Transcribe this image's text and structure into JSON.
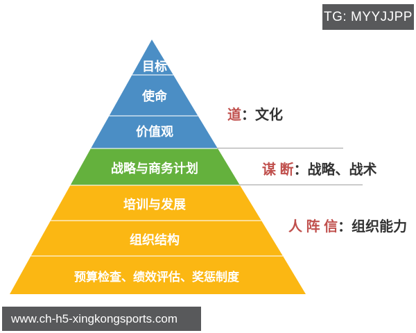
{
  "badge": {
    "label": "TG: MYYJJPP",
    "bg": "#58595B"
  },
  "watermark": {
    "label": "www.ch-h5-xingkongsports.com",
    "bg": "#58595B"
  },
  "pyramid": {
    "levels": [
      {
        "label": "目标",
        "color": "#4B8EC5",
        "group": "道 / 文化"
      },
      {
        "label": "使命",
        "color": "#4B8EC5",
        "group": "道 / 文化"
      },
      {
        "label": "价值观",
        "color": "#4B8EC5",
        "group": "道 / 文化"
      },
      {
        "label": "战略与商务计划",
        "color": "#64B13D",
        "group": "谋断 / 战略、战术"
      },
      {
        "label": "培训与发展",
        "color": "#FBB713",
        "group": "人阵信 / 组织能力"
      },
      {
        "label": "组织结构",
        "color": "#FBB713",
        "group": "人阵信 / 组织能力"
      },
      {
        "label": "预算检查、绩效评估、奖惩制度",
        "color": "#FBB713",
        "group": "人阵信 / 组织能力"
      }
    ]
  },
  "annotations": [
    {
      "highlight": "道",
      "rest": "：文化"
    },
    {
      "highlight": "谋 断",
      "rest": "：战略、战术"
    },
    {
      "highlight": "人 阵 信",
      "rest": "：组织能力"
    }
  ],
  "colors": {
    "blue": "#4B8EC5",
    "green": "#64B13D",
    "yellow": "#FBB713",
    "gray_bar": "#58595B",
    "accent_red": "#C0504D",
    "text_dark": "#333333",
    "leader_line": "#9E9E9E"
  }
}
